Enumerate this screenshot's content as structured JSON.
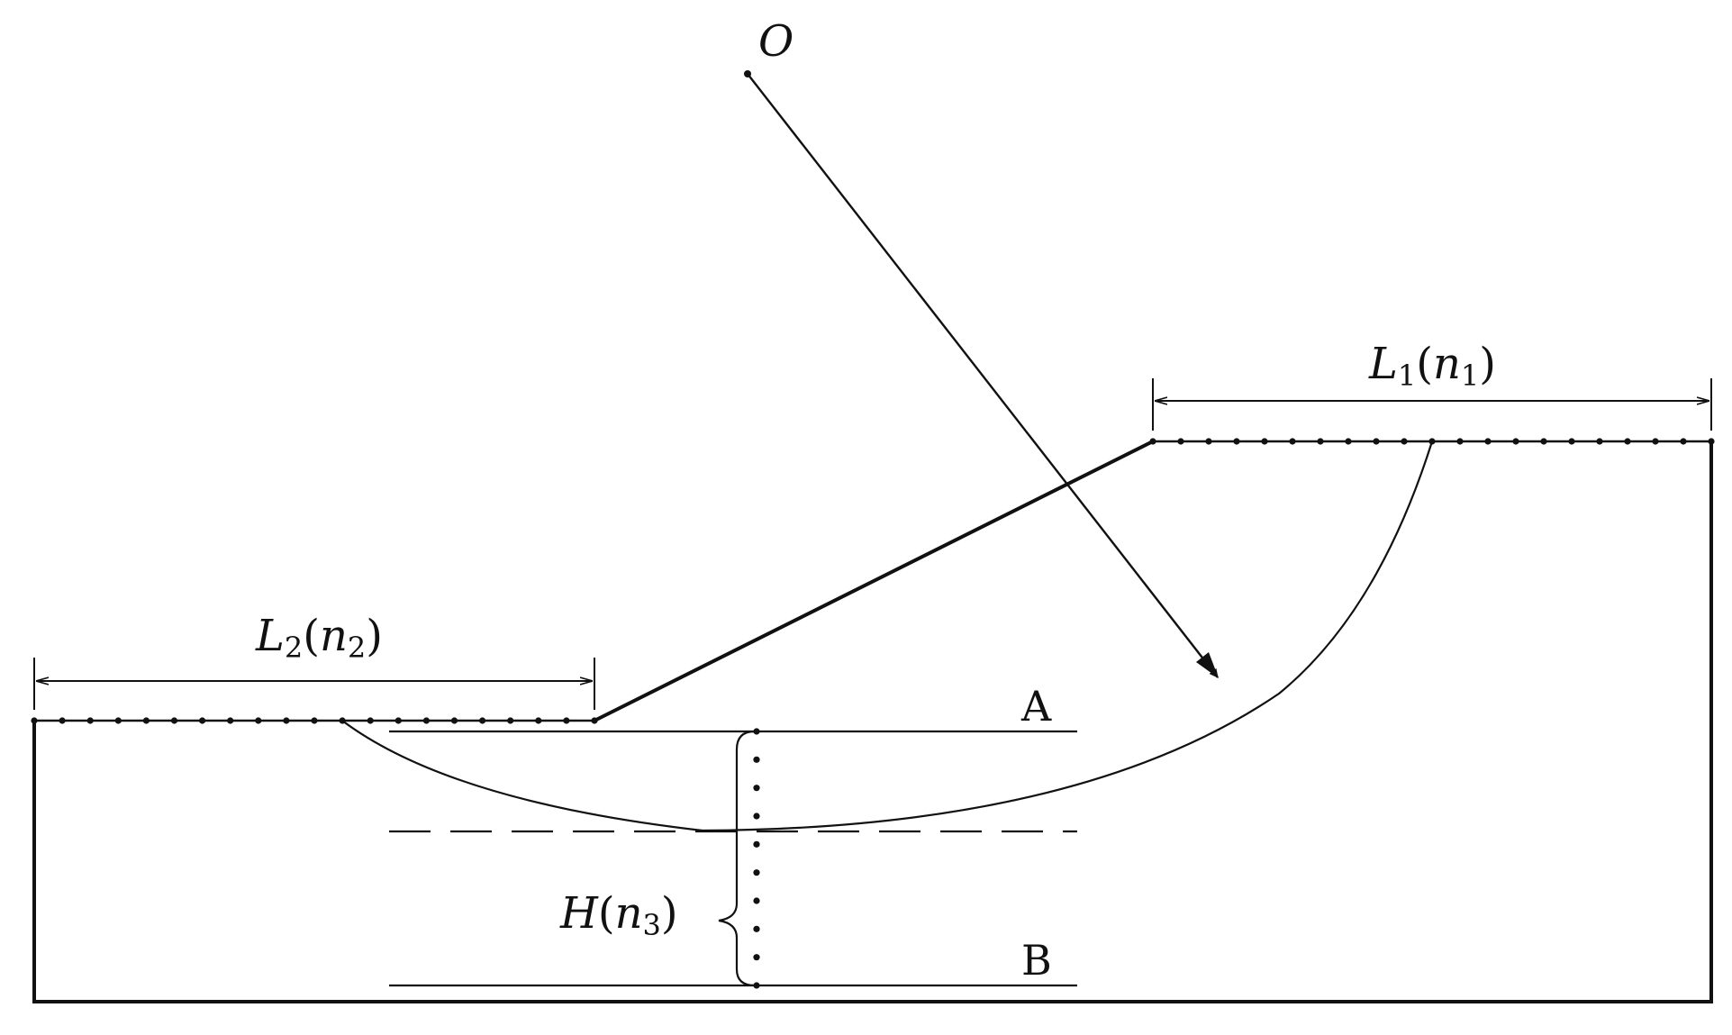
{
  "labels": {
    "center": "O",
    "top_length": {
      "main": "L",
      "sub1": "1",
      "open": "(",
      "var": "n",
      "sub2": "1",
      "close": ")"
    },
    "bottom_length": {
      "main": "L",
      "sub1": "2",
      "open": "(",
      "var": "n",
      "sub2": "2",
      "close": ")"
    },
    "depth": {
      "main": "H",
      "open": "(",
      "var": "n",
      "sub2": "3",
      "close": ")"
    },
    "line_a": "A",
    "line_b": "B"
  },
  "colors": {
    "ink": "#111111",
    "background": "#ffffff"
  },
  "dot_counts": {
    "top_surface": 21,
    "bottom_surface": 21,
    "vertical": 10
  }
}
